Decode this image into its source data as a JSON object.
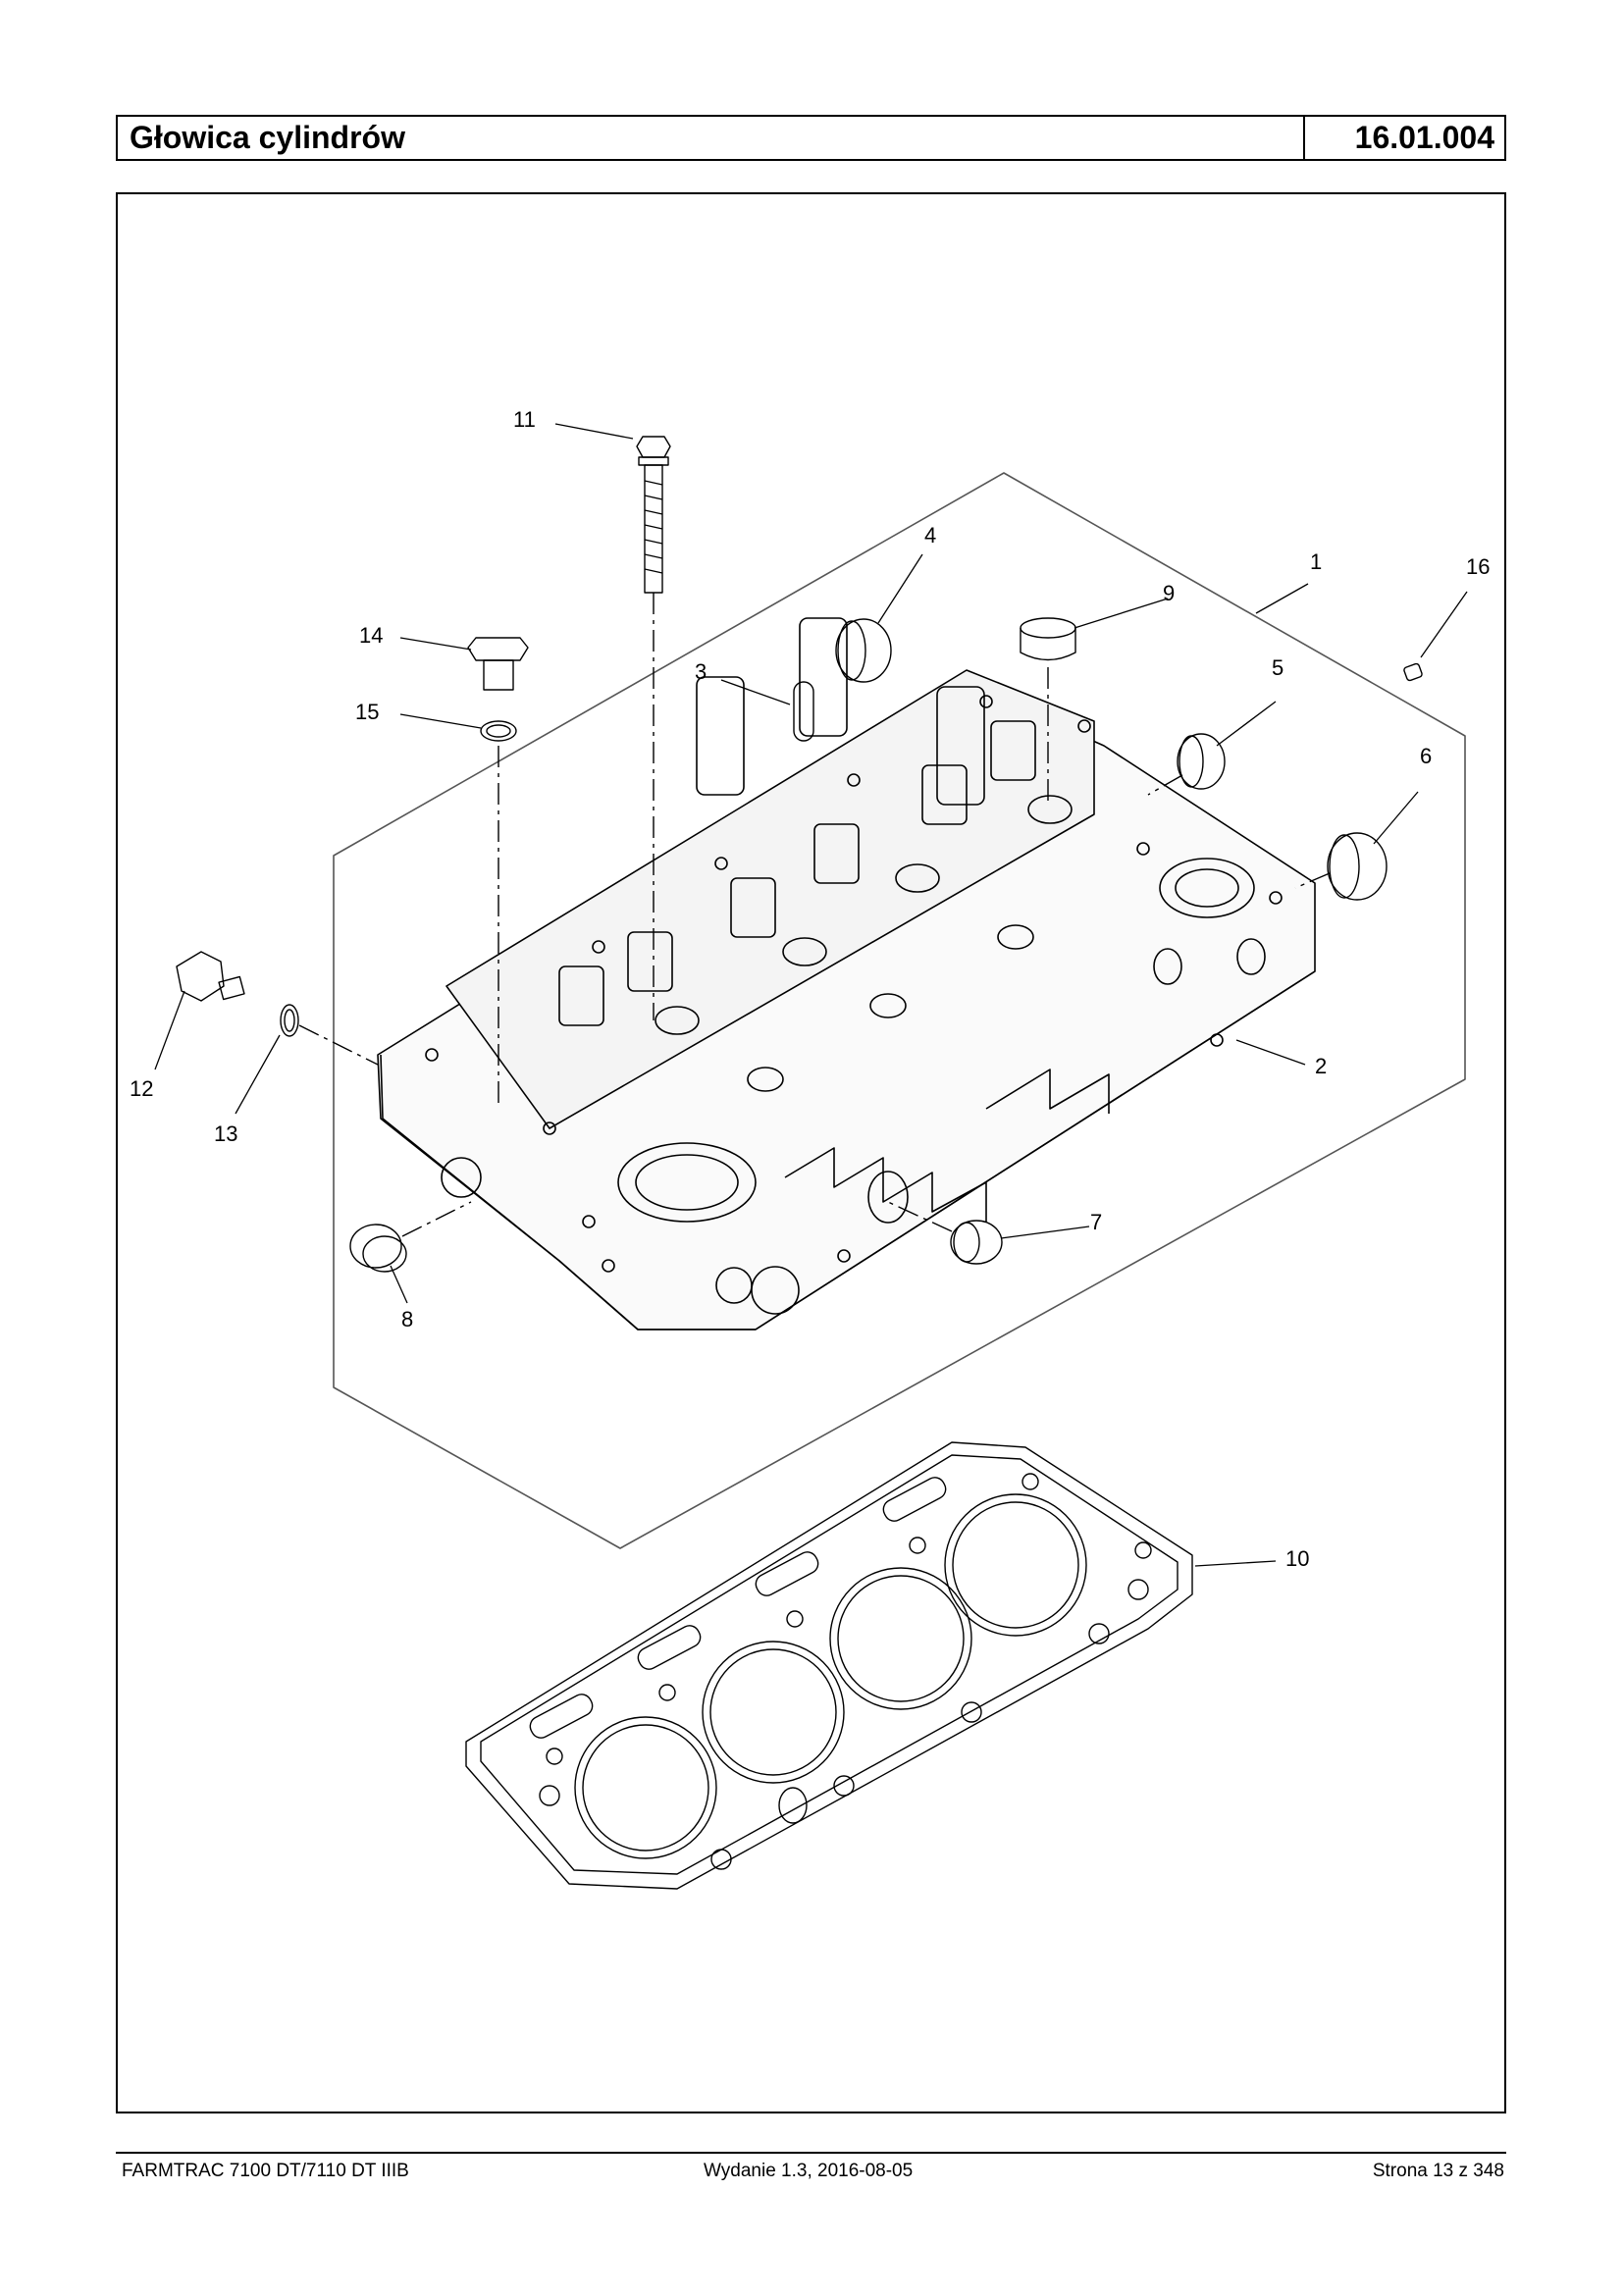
{
  "header": {
    "title": "Głowica cylindrów",
    "code": "16.01.004"
  },
  "callouts": {
    "n1": "1",
    "n2": "2",
    "n3": "3",
    "n4": "4",
    "n5": "5",
    "n6": "6",
    "n7": "7",
    "n8": "8",
    "n9": "9",
    "n10": "10",
    "n11": "11",
    "n12": "12",
    "n13": "13",
    "n14": "14",
    "n15": "15",
    "n16": "16"
  },
  "footer": {
    "model": "FARMTRAC 7100 DT/7110 DT IIIB",
    "edition": "Wydanie 1.3,  2016-08-05",
    "page": "Strona 13 z 348"
  }
}
